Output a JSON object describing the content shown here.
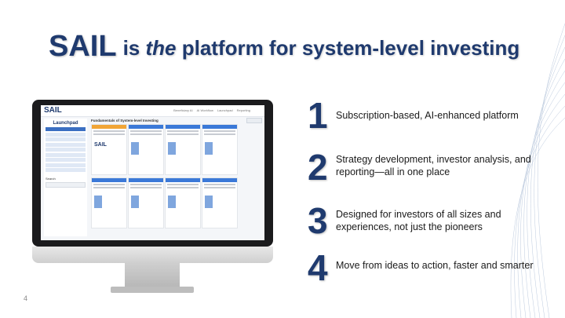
{
  "slide": {
    "logo_text": "SAIL",
    "title_pre": "is ",
    "title_em": "the",
    "title_post": " platform for system-level investing",
    "page_number": "4"
  },
  "points": [
    {
      "number": "1",
      "text": "Subscription-based, AI-enhanced platform"
    },
    {
      "number": "2",
      "text": "Strategy development, investor analysis, and reporting—all in one place"
    },
    {
      "number": "3",
      "text": "Designed for investors of all sizes and experiences, not just the pioneers"
    },
    {
      "number": "4",
      "text": "Move from ideas to action, faster and smarter"
    }
  ],
  "screen": {
    "logo": "SAIL",
    "nav": [
      "Beneficiary AI",
      "AI Workflow",
      "Launchpad",
      "Reporting"
    ],
    "sidebar_title": "Launchpad",
    "search_label": "Search",
    "main_title": "Fundamentals of System-level Investing",
    "accent_blue": "#3b79d8",
    "accent_orange": "#f1a536"
  },
  "colors": {
    "brand_navy": "#1f3a6e"
  }
}
